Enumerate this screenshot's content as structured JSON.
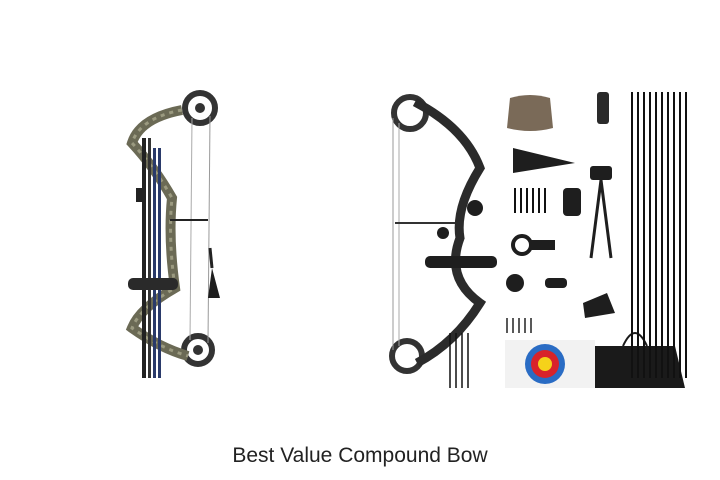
{
  "caption": "Best Value Compound Bow",
  "images": [
    {
      "name": "camo-compound-bow",
      "alt": "Camo compound bow with quiver and arrows"
    },
    {
      "name": "black-compound-bow-kit",
      "alt": "Black compound bow kit with accessories, arrows, target and case"
    }
  ],
  "colors": {
    "background": "#ffffff",
    "caption": "#222222",
    "camo": "#6b6a55",
    "black": "#1e1e1e",
    "target_blue": "#2a6cc4",
    "target_red": "#d8232a",
    "target_yellow": "#f5d21a"
  }
}
